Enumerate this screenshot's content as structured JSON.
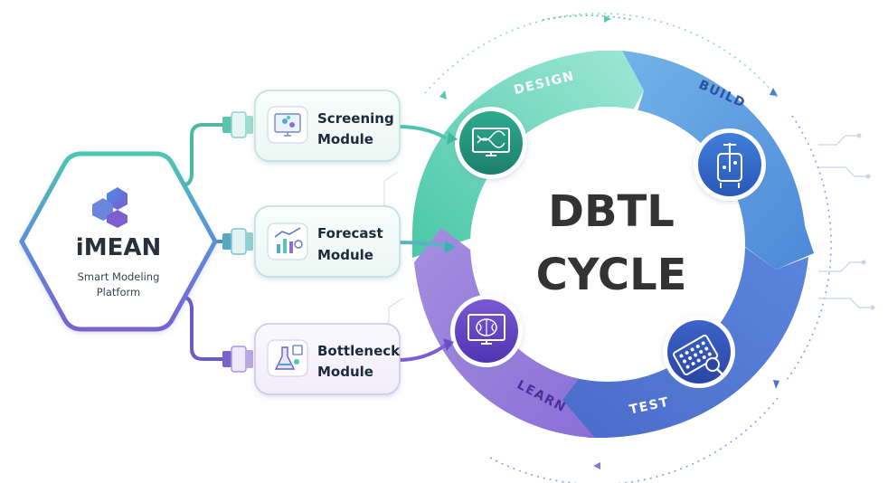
{
  "platform": {
    "name": "iMEAN",
    "subtitle_line1": "Smart Modeling",
    "subtitle_line2": "Platform",
    "logo_icon": "cube-logo-icon"
  },
  "modules": [
    {
      "line1": "Screening",
      "line2": "Module",
      "icon": "monitor-molecule-icon"
    },
    {
      "line1": "Forecast",
      "line2": "Module",
      "icon": "forecast-chart-icon"
    },
    {
      "line1": "Bottleneck",
      "line2": "Module",
      "icon": "bottleneck-flask-icon"
    }
  ],
  "cycle": {
    "title_line1": "DBTL",
    "title_line2": "CYCLE",
    "stages": [
      {
        "label": "DESIGN",
        "icon": "dna-monitor-icon",
        "color": "#4fc9b0"
      },
      {
        "label": "BUILD",
        "icon": "bioreactor-icon",
        "color": "#5b95dc"
      },
      {
        "label": "TEST",
        "icon": "microplate-icon",
        "color": "#5577d0"
      },
      {
        "label": "LEARN",
        "icon": "brain-monitor-icon",
        "color": "#8e70cf"
      }
    ]
  }
}
